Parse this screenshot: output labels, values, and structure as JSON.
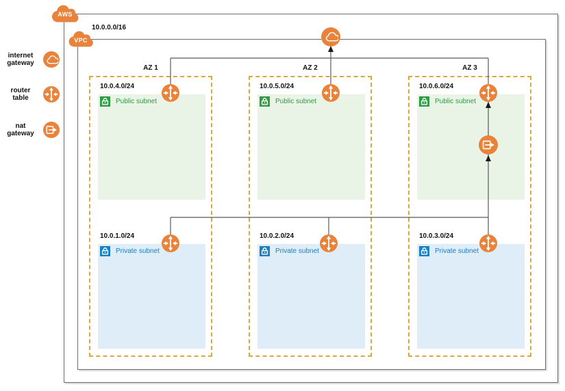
{
  "colors": {
    "orange": "#E8833C",
    "green": "#2E9C44",
    "green_fill": "#E9F3E6",
    "blue": "#1A80C2",
    "blue_fill": "#DEEDF8",
    "dash": "#D9A93C",
    "line": "#595959",
    "arrow": "#1A1A1A",
    "frame": "#6E6E6E"
  },
  "aws": {
    "label": "AWS"
  },
  "vpc": {
    "label": "VPC",
    "cidr": "10.0.0.0/16"
  },
  "legend": [
    {
      "icon": "internet-gateway-icon",
      "label": "internet gateway"
    },
    {
      "icon": "router-table-icon",
      "label": "router table"
    },
    {
      "icon": "nat-gateway-icon",
      "label": "nat gateway"
    }
  ],
  "azs": [
    {
      "name": "AZ 1",
      "public": {
        "cidr": "10.0.4.0/24",
        "label": "Public subnet"
      },
      "private": {
        "cidr": "10.0.1.0/24",
        "label": "Private subnet"
      }
    },
    {
      "name": "AZ 2",
      "public": {
        "cidr": "10.0.5.0/24",
        "label": "Public subnet"
      },
      "private": {
        "cidr": "10.0.2.0/24",
        "label": "Private subnet"
      }
    },
    {
      "name": "AZ 3",
      "public": {
        "cidr": "10.0.6.0/24",
        "label": "Public subnet"
      },
      "private": {
        "cidr": "10.0.3.0/24",
        "label": "Private subnet"
      }
    }
  ]
}
